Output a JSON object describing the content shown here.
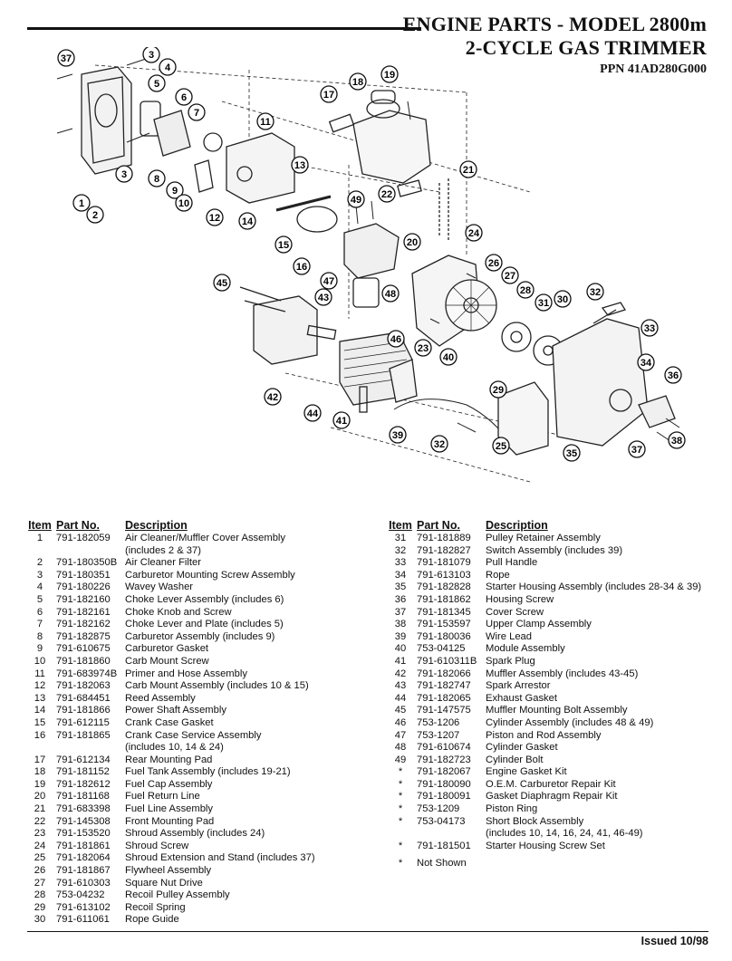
{
  "header": {
    "line1": "ENGINE PARTS - MODEL 2800m",
    "line2": "2-CYCLE GAS TRIMMER",
    "line3": "PPN 41AD280G000"
  },
  "table_headers": {
    "item": "Item",
    "part": "Part No.",
    "desc": "Description"
  },
  "left_rows": [
    {
      "item": "1",
      "part": "791-182059",
      "desc": "Air Cleaner/Muffler Cover Assembly",
      "sub": "(includes 2 & 37)"
    },
    {
      "item": "2",
      "part": "791-180350B",
      "desc": "Air Cleaner Filter"
    },
    {
      "item": "3",
      "part": "791-180351",
      "desc": "Carburetor Mounting Screw Assembly"
    },
    {
      "item": "4",
      "part": "791-180226",
      "desc": "Wavey Washer"
    },
    {
      "item": "5",
      "part": "791-182160",
      "desc": "Choke Lever Assembly (includes 6)"
    },
    {
      "item": "6",
      "part": "791-182161",
      "desc": "Choke Knob and Screw"
    },
    {
      "item": "7",
      "part": "791-182162",
      "desc": "Choke Lever and Plate (includes 5)"
    },
    {
      "item": "8",
      "part": "791-182875",
      "desc": "Carburetor Assembly (includes 9)"
    },
    {
      "item": "9",
      "part": "791-610675",
      "desc": "Carburetor Gasket"
    },
    {
      "item": "10",
      "part": "791-181860",
      "desc": "Carb Mount Screw"
    },
    {
      "item": "11",
      "part": "791-683974B",
      "desc": "Primer and Hose Assembly"
    },
    {
      "item": "12",
      "part": "791-182063",
      "desc": "Carb Mount Assembly (includes 10 & 15)"
    },
    {
      "item": "13",
      "part": "791-684451",
      "desc": "Reed Assembly"
    },
    {
      "item": "14",
      "part": "791-181866",
      "desc": "Power Shaft Assembly"
    },
    {
      "item": "15",
      "part": "791-612115",
      "desc": "Crank Case Gasket"
    },
    {
      "item": "16",
      "part": "791-181865",
      "desc": "Crank Case Service Assembly",
      "sub": "(includes 10, 14 & 24)"
    },
    {
      "item": "17",
      "part": "791-612134",
      "desc": "Rear Mounting Pad"
    },
    {
      "item": "18",
      "part": "791-181152",
      "desc": "Fuel Tank Assembly (includes 19-21)"
    },
    {
      "item": "19",
      "part": "791-182612",
      "desc": "Fuel Cap Assembly"
    },
    {
      "item": "20",
      "part": "791-181168",
      "desc": "Fuel Return Line"
    },
    {
      "item": "21",
      "part": "791-683398",
      "desc": "Fuel Line Assembly"
    },
    {
      "item": "22",
      "part": "791-145308",
      "desc": "Front Mounting Pad"
    },
    {
      "item": "23",
      "part": "791-153520",
      "desc": "Shroud Assembly (includes 24)"
    },
    {
      "item": "24",
      "part": "791-181861",
      "desc": "Shroud Screw"
    },
    {
      "item": "25",
      "part": "791-182064",
      "desc": "Shroud Extension and Stand (includes 37)"
    },
    {
      "item": "26",
      "part": "791-181867",
      "desc": "Flywheel Assembly"
    },
    {
      "item": "27",
      "part": "791-610303",
      "desc": "Square Nut Drive"
    },
    {
      "item": "28",
      "part": "753-04232",
      "desc": "Recoil Pulley Assembly"
    },
    {
      "item": "29",
      "part": "791-613102",
      "desc": "Recoil Spring"
    },
    {
      "item": "30",
      "part": "791-611061",
      "desc": "Rope Guide"
    }
  ],
  "right_rows": [
    {
      "item": "31",
      "part": "791-181889",
      "desc": "Pulley Retainer Assembly"
    },
    {
      "item": "32",
      "part": "791-182827",
      "desc": "Switch Assembly (includes 39)"
    },
    {
      "item": "33",
      "part": "791-181079",
      "desc": "Pull Handle"
    },
    {
      "item": "34",
      "part": "791-613103",
      "desc": "Rope"
    },
    {
      "item": "35",
      "part": "791-182828",
      "desc": "Starter Housing Assembly (includes 28-34 & 39)"
    },
    {
      "item": "36",
      "part": "791-181862",
      "desc": "Housing Screw"
    },
    {
      "item": "37",
      "part": "791-181345",
      "desc": "Cover Screw"
    },
    {
      "item": "38",
      "part": "791-153597",
      "desc": "Upper Clamp Assembly"
    },
    {
      "item": "39",
      "part": "791-180036",
      "desc": "Wire Lead"
    },
    {
      "item": "40",
      "part": "753-04125",
      "desc": "Module Assembly"
    },
    {
      "item": "41",
      "part": "791-610311B",
      "desc": "Spark Plug"
    },
    {
      "item": "42",
      "part": "791-182066",
      "desc": "Muffler Assembly (includes 43-45)"
    },
    {
      "item": "43",
      "part": "791-182747",
      "desc": "Spark Arrestor"
    },
    {
      "item": "44",
      "part": "791-182065",
      "desc": "Exhaust Gasket"
    },
    {
      "item": "45",
      "part": "791-147575",
      "desc": "Muffler Mounting Bolt Assembly"
    },
    {
      "item": "46",
      "part": "753-1206",
      "desc": "Cylinder Assembly (includes 48 & 49)"
    },
    {
      "item": "47",
      "part": "753-1207",
      "desc": "Piston and Rod Assembly"
    },
    {
      "item": "48",
      "part": "791-610674",
      "desc": "Cylinder Gasket"
    },
    {
      "item": "49",
      "part": "791-182723",
      "desc": "Cylinder Bolt"
    },
    {
      "item": "*",
      "part": "791-182067",
      "desc": "Engine Gasket Kit"
    },
    {
      "item": "*",
      "part": "791-180090",
      "desc": "O.E.M. Carburetor Repair Kit"
    },
    {
      "item": "*",
      "part": "791-180091",
      "desc": "Gasket Diaphragm Repair Kit"
    },
    {
      "item": "*",
      "part": "753-1209",
      "desc": "Piston Ring"
    },
    {
      "item": "*",
      "part": "753-04173",
      "desc": "Short Block Assembly",
      "sub": "(includes 10, 14, 16, 24, 41, 46-49)"
    },
    {
      "item": "*",
      "part": "791-181501",
      "desc": "Starter Housing Screw Set"
    }
  ],
  "note": {
    "item": "*",
    "desc": "Not Shown"
  },
  "callouts": [
    "37",
    "3",
    "4",
    "5",
    "6",
    "7",
    "1",
    "2",
    "3",
    "8",
    "9",
    "10",
    "11",
    "12",
    "13",
    "14",
    "15",
    "16",
    "17",
    "18",
    "19",
    "20",
    "21",
    "22",
    "49",
    "24",
    "26",
    "27",
    "28",
    "31",
    "30",
    "32",
    "33",
    "34",
    "36",
    "45",
    "47",
    "43",
    "48",
    "46",
    "23",
    "40",
    "42",
    "44",
    "41",
    "39",
    "29",
    "32",
    "25",
    "35",
    "37",
    "38"
  ],
  "footer": "Issued 10/98"
}
